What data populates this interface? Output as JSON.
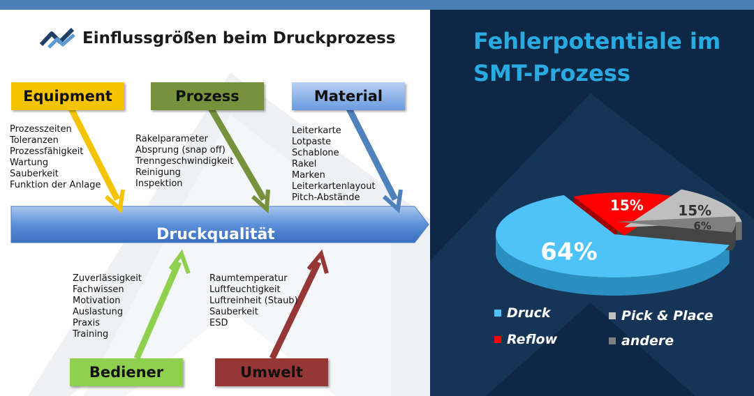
{
  "title": "Einflussgrößen beim Druckprozess",
  "main_label": "Druckqualität",
  "categories": {
    "equipment": {
      "label": "Equipment",
      "items": [
        "Prozesszeiten",
        "Toleranzen",
        "Prozessfähigkeit",
        "Wartung",
        "Sauberkeit",
        "Funktion der Anlage"
      ]
    },
    "prozess": {
      "label": "Prozess",
      "items": [
        "Rakelparameter",
        "Absprung (snap off)",
        "Trenngeschwindigkeit",
        "Reinigung",
        "Inspektion"
      ]
    },
    "material": {
      "label": "Material",
      "items": [
        "Leiterkarte",
        "Lotpaste",
        "Schablone",
        "Rakel",
        "Marken",
        "Leiterkartenlayout",
        "Pitch-Abstände"
      ]
    },
    "bediener": {
      "label": "Bediener",
      "items": [
        "Zuverlässigkeit",
        "Fachwissen",
        "Motivation",
        "Auslastung",
        "Praxis",
        "Training"
      ]
    },
    "umwelt": {
      "label": "Umwelt",
      "items": [
        "Raumtemperatur",
        "Luftfeuchtigkeit",
        "Luftreinheit (Staub)",
        "Sauberkeit",
        "ESD"
      ]
    }
  },
  "colors": {
    "equipment": "#f5c400",
    "prozess": "#76923c",
    "material": "#5a8fd6",
    "bediener": "#8fd14f",
    "umwelt": "#953735",
    "druck": "#4fc3f7",
    "reflow": "#ff0000",
    "pick_place": "#bfbfbf",
    "andere": "#7f7f7f"
  },
  "right_title": [
    "Fehlerpotentiale im",
    "SMT-Prozess"
  ],
  "chart_data": {
    "type": "pie",
    "slices": [
      {
        "name": "Druck",
        "value": 64,
        "label": "64%"
      },
      {
        "name": "Reflow",
        "value": 15,
        "label": "15%"
      },
      {
        "name": "Pick & Place",
        "value": 15,
        "label": "15%"
      },
      {
        "name": "andere",
        "value": 6,
        "label": "6%"
      }
    ],
    "legend": [
      "Druck",
      "Reflow",
      "Pick & Place",
      "andere"
    ],
    "legend_placement": "bottom"
  }
}
